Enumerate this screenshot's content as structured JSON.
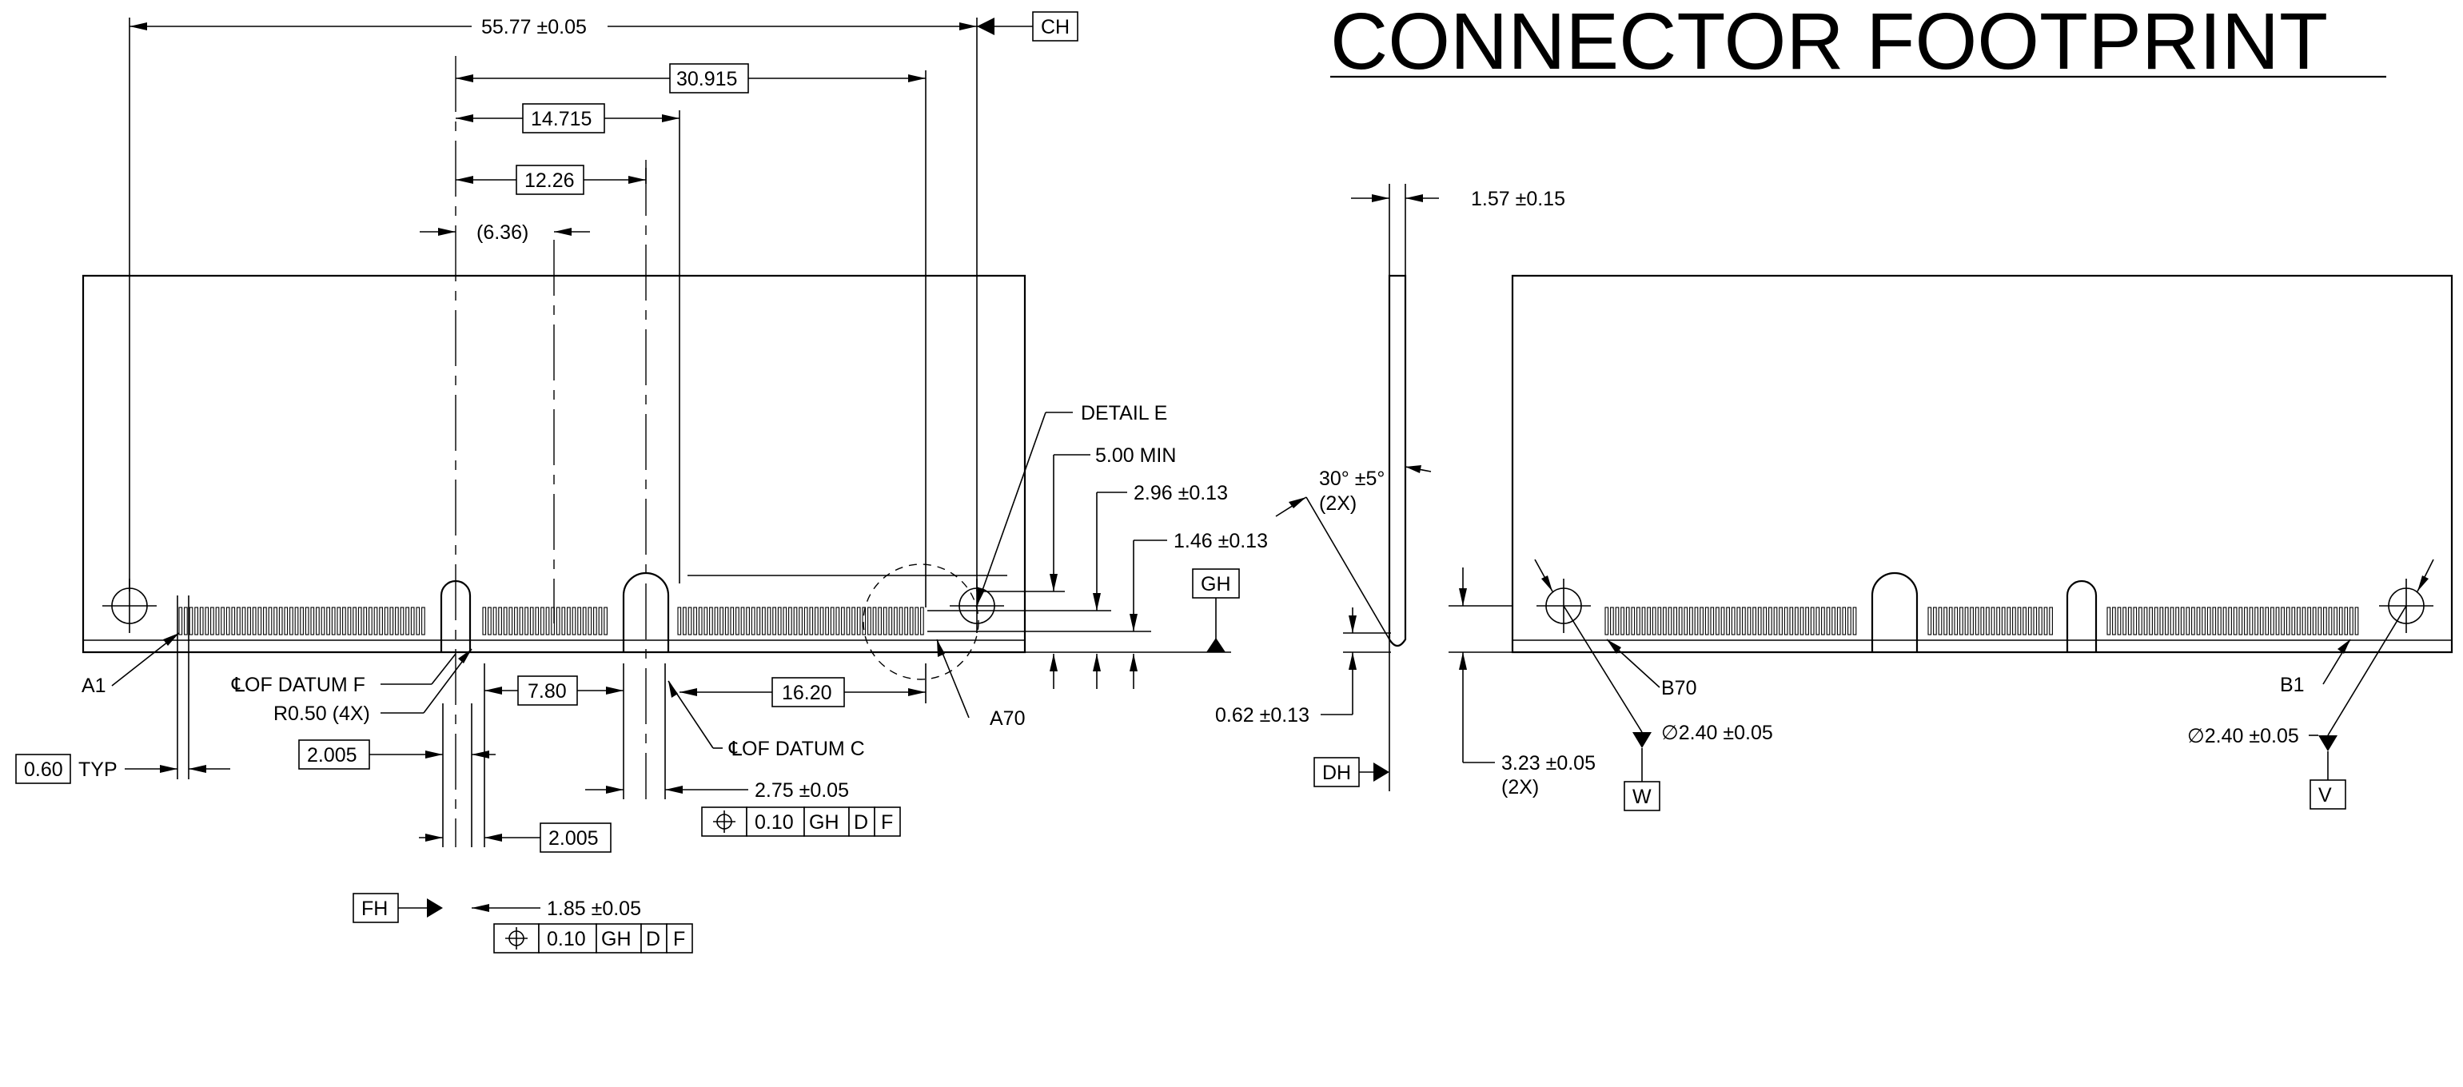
{
  "title": "CONNECTOR FOOTPRINT",
  "dims": {
    "overall": "55.77 ±0.05",
    "d30915": "30.915",
    "d14715": "14.715",
    "d1226": "12.26",
    "d636": "(6.36)",
    "d780": "7.80",
    "d1620": "16.20",
    "d2005a": "2.005",
    "d2005b": "2.005",
    "d060": "0.60",
    "typ": "TYP",
    "d275": "2.75 ±0.05",
    "d185": "1.85 ±0.05",
    "d500": "5.00 MIN",
    "d296": "2.96 ±0.13",
    "d146": "1.46 ±0.13",
    "d157": "1.57 ±0.15",
    "d062": "0.62 ±0.13",
    "d323": "3.23 ±0.05",
    "x2a": "(2X)",
    "angle": "30° ±5°",
    "x2b": "(2X)",
    "hole1": "∅2.40 ±0.05",
    "hole2": "∅2.40 ±0.05"
  },
  "labels": {
    "a1": "A1",
    "a70": "A70",
    "b70": "B70",
    "b1": "B1",
    "datum_f": "℄OF DATUM F",
    "datum_c": "℄OF DATUM C",
    "r050": "R0.50 (4X)",
    "detail_e": "DETAIL E"
  },
  "datums": {
    "ch": "CH",
    "gh": "GH",
    "fh": "FH",
    "dh": "DH",
    "w": "W",
    "v": "V"
  },
  "fcf1": {
    "symbol": "⌖",
    "tol": "0.10",
    "ref1": "GH",
    "ref2": "D",
    "ref3": "F"
  },
  "fcf2": {
    "symbol": "⌖",
    "tol": "0.10",
    "ref1": "GH",
    "ref2": "D",
    "ref3": "F"
  }
}
